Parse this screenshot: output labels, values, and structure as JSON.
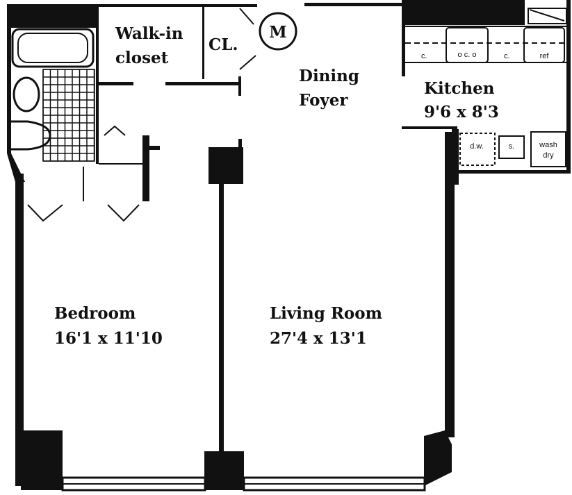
{
  "rooms": {
    "walk_in_closet": {
      "line1": "Walk-in",
      "line2": "closet"
    },
    "closet": "CL.",
    "meter": "M",
    "dining_foyer": {
      "line1": "Dining",
      "line2": "Foyer"
    },
    "kitchen": {
      "name": "Kitchen",
      "size": "9'6 x 8'3"
    },
    "bedroom": {
      "name": "Bedroom",
      "size": "16'1 x 11'10"
    },
    "living_room": {
      "name": "Living Room",
      "size": "27'4 x 13'1"
    }
  },
  "fixtures": {
    "counter1": "c.",
    "cooktop": "o c. o",
    "counter2": "c.",
    "refrigerator": "ref",
    "dishwasher": "d.w.",
    "sink": "s.",
    "washer_dryer": {
      "line1": "wash",
      "line2": "dry"
    }
  },
  "colors": {
    "wall": "#111111",
    "background": "#ffffff"
  }
}
